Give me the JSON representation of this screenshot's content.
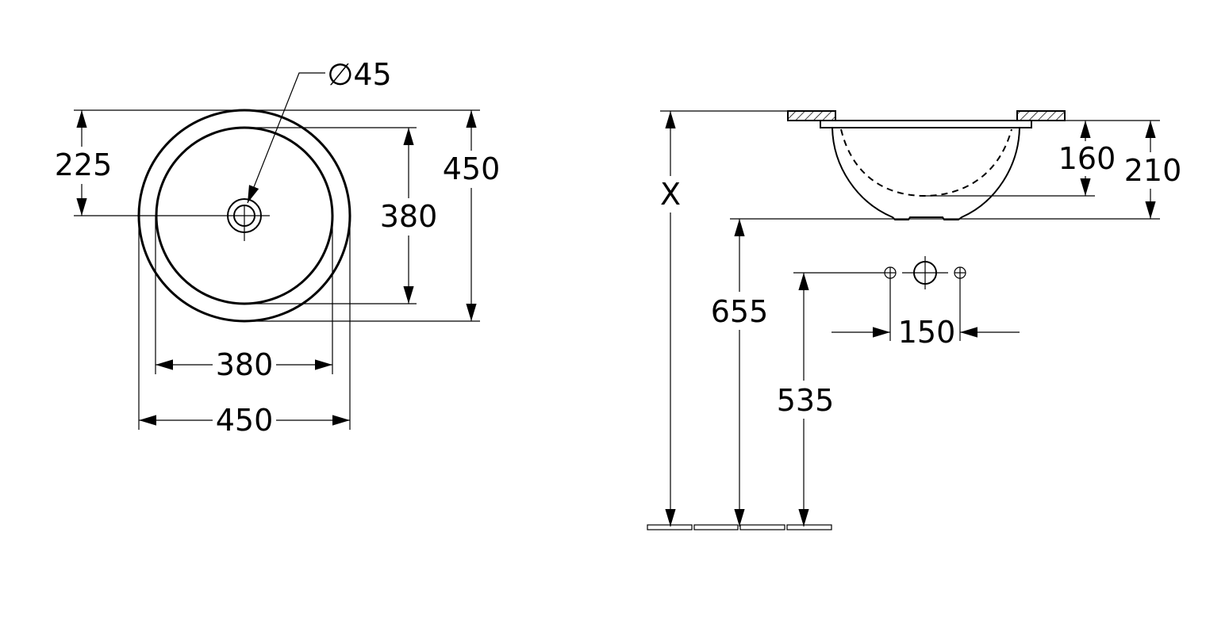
{
  "plan_view": {
    "drain_diameter": "∅45",
    "dim_center_offset": "225",
    "dim_outer_height": "450",
    "dim_inner_height": "380",
    "dim_inner_width": "380",
    "dim_outer_width": "450"
  },
  "side_view": {
    "dim_x": "X",
    "dim_bowl_depth": "160",
    "dim_total_height": "210",
    "dim_bottom_height": "655",
    "dim_tap_height": "535",
    "dim_tap_spacing": "150"
  }
}
